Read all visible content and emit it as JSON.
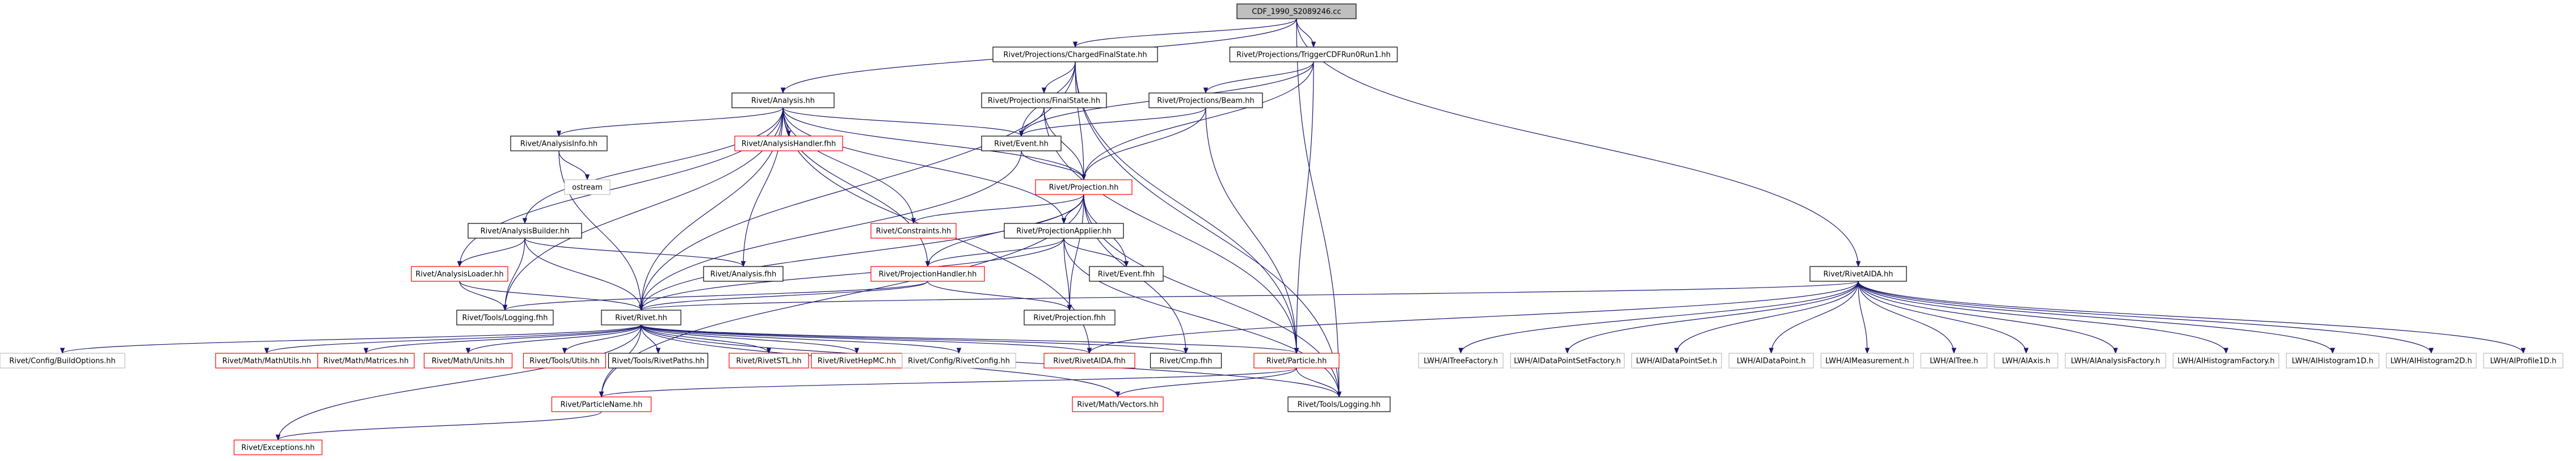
{
  "edge_color": "#191970",
  "nodes": [
    {
      "id": "root",
      "label": "CDF_1990_S2089246.cc",
      "style": "root"
    },
    {
      "id": "cfs",
      "label": "Rivet/Projections/ChargedFinalState.hh",
      "style": "black"
    },
    {
      "id": "trig",
      "label": "Rivet/Projections/TriggerCDFRun0Run1.hh",
      "style": "black"
    },
    {
      "id": "rivetaida",
      "label": "Rivet/RivetAIDA.hh",
      "style": "black"
    },
    {
      "id": "analysis",
      "label": "Rivet/Analysis.hh",
      "style": "black"
    },
    {
      "id": "finalstate",
      "label": "Rivet/Projections/FinalState.hh",
      "style": "black"
    },
    {
      "id": "beam",
      "label": "Rivet/Projections/Beam.hh",
      "style": "black"
    },
    {
      "id": "analysisinfo",
      "label": "Rivet/AnalysisInfo.hh",
      "style": "black"
    },
    {
      "id": "analysishandler",
      "label": "Rivet/AnalysisHandler.fhh",
      "style": "red"
    },
    {
      "id": "event",
      "label": "Rivet/Event.hh",
      "style": "black"
    },
    {
      "id": "ostream",
      "label": "ostream",
      "style": "gray"
    },
    {
      "id": "projection",
      "label": "Rivet/Projection.hh",
      "style": "red"
    },
    {
      "id": "analysisbuilder",
      "label": "Rivet/AnalysisBuilder.hh",
      "style": "black"
    },
    {
      "id": "constraints",
      "label": "Rivet/Constraints.hh",
      "style": "red"
    },
    {
      "id": "projectionapplier",
      "label": "Rivet/ProjectionApplier.hh",
      "style": "black"
    },
    {
      "id": "analysisloader",
      "label": "Rivet/AnalysisLoader.hh",
      "style": "red"
    },
    {
      "id": "analysisfhh",
      "label": "Rivet/Analysis.fhh",
      "style": "black"
    },
    {
      "id": "eventfhh",
      "label": "Rivet/Event.fhh",
      "style": "black"
    },
    {
      "id": "projectionhandler",
      "label": "Rivet/ProjectionHandler.hh",
      "style": "red"
    },
    {
      "id": "toolslogfhh",
      "label": "Rivet/Tools/Logging.fhh",
      "style": "black"
    },
    {
      "id": "rivethh",
      "label": "Rivet/Rivet.hh",
      "style": "black"
    },
    {
      "id": "projectionfhh",
      "label": "Rivet/Projection.fhh",
      "style": "black"
    },
    {
      "id": "buildoptions",
      "label": "Rivet/Config/BuildOptions.hh",
      "style": "gray"
    },
    {
      "id": "mathutils",
      "label": "Rivet/Math/MathUtils.hh",
      "style": "red"
    },
    {
      "id": "matrices",
      "label": "Rivet/Math/Matrices.hh",
      "style": "red"
    },
    {
      "id": "units",
      "label": "Rivet/Math/Units.hh",
      "style": "red"
    },
    {
      "id": "toolsutils",
      "label": "Rivet/Tools/Utils.hh",
      "style": "red"
    },
    {
      "id": "rivetpaths",
      "label": "Rivet/Tools/RivetPaths.hh",
      "style": "black"
    },
    {
      "id": "rivetstl",
      "label": "Rivet/RivetSTL.hh",
      "style": "red"
    },
    {
      "id": "rivethepmc",
      "label": "Rivet/RivetHepMC.hh",
      "style": "red"
    },
    {
      "id": "rivetconfig",
      "label": "Rivet/Config/RivetConfig.hh",
      "style": "gray"
    },
    {
      "id": "rivetaidafhh",
      "label": "Rivet/RivetAIDA.fhh",
      "style": "red"
    },
    {
      "id": "cmpfhh",
      "label": "Rivet/Cmp.fhh",
      "style": "black"
    },
    {
      "id": "particle",
      "label": "Rivet/Particle.hh",
      "style": "red"
    },
    {
      "id": "particlename",
      "label": "Rivet/ParticleName.hh",
      "style": "red"
    },
    {
      "id": "vectors",
      "label": "Rivet/Math/Vectors.hh",
      "style": "red"
    },
    {
      "id": "logginghh",
      "label": "Rivet/Tools/Logging.hh",
      "style": "black"
    },
    {
      "id": "exceptions",
      "label": "Rivet/Exceptions.hh",
      "style": "red"
    },
    {
      "id": "treefactory",
      "label": "LWH/AITreeFactory.h",
      "style": "gray"
    },
    {
      "id": "dpsfactory",
      "label": "LWH/AIDataPointSetFactory.h",
      "style": "gray"
    },
    {
      "id": "dps",
      "label": "LWH/AIDataPointSet.h",
      "style": "gray"
    },
    {
      "id": "dp",
      "label": "LWH/AIDataPoint.h",
      "style": "gray"
    },
    {
      "id": "measurement",
      "label": "LWH/AIMeasurement.h",
      "style": "gray"
    },
    {
      "id": "tree",
      "label": "LWH/AITree.h",
      "style": "gray"
    },
    {
      "id": "axis",
      "label": "LWH/AIAxis.h",
      "style": "gray"
    },
    {
      "id": "anafactory",
      "label": "LWH/AIAnalysisFactory.h",
      "style": "gray"
    },
    {
      "id": "histfactory",
      "label": "LWH/AIHistogramFactory.h",
      "style": "gray"
    },
    {
      "id": "hist1d",
      "label": "LWH/AIHistogram1D.h",
      "style": "gray"
    },
    {
      "id": "hist2d",
      "label": "LWH/AIHistogram2D.h",
      "style": "gray"
    },
    {
      "id": "profile1d",
      "label": "LWH/AIProfile1D.h",
      "style": "gray"
    }
  ],
  "edges": [
    [
      "root",
      "cfs"
    ],
    [
      "root",
      "trig"
    ],
    [
      "root",
      "rivetaida"
    ],
    [
      "root",
      "analysis"
    ],
    [
      "root",
      "logginghh"
    ],
    [
      "cfs",
      "finalstate"
    ],
    [
      "cfs",
      "event"
    ],
    [
      "cfs",
      "projection"
    ],
    [
      "cfs",
      "rivethh"
    ],
    [
      "cfs",
      "particle"
    ],
    [
      "cfs",
      "logginghh"
    ],
    [
      "trig",
      "beam"
    ],
    [
      "trig",
      "event"
    ],
    [
      "trig",
      "projection"
    ],
    [
      "trig",
      "particle"
    ],
    [
      "finalstate",
      "event"
    ],
    [
      "finalstate",
      "projection"
    ],
    [
      "finalstate",
      "particle"
    ],
    [
      "beam",
      "event"
    ],
    [
      "beam",
      "projection"
    ],
    [
      "beam",
      "particle"
    ],
    [
      "analysis",
      "analysisinfo"
    ],
    [
      "analysis",
      "analysishandler"
    ],
    [
      "analysis",
      "event"
    ],
    [
      "analysis",
      "projection"
    ],
    [
      "analysis",
      "constraints"
    ],
    [
      "analysis",
      "projectionapplier"
    ],
    [
      "analysis",
      "projectionhandler"
    ],
    [
      "analysis",
      "analysisfhh"
    ],
    [
      "analysis",
      "analysisbuilder"
    ],
    [
      "analysis",
      "analysisloader"
    ],
    [
      "analysis",
      "toolslogfhh"
    ],
    [
      "analysis",
      "rivethh"
    ],
    [
      "analysis",
      "rivetaidafhh"
    ],
    [
      "analysisinfo",
      "ostream"
    ],
    [
      "analysisinfo",
      "rivethh"
    ],
    [
      "event",
      "projection"
    ],
    [
      "event",
      "rivethh"
    ],
    [
      "projection",
      "constraints"
    ],
    [
      "projection",
      "projectionapplier"
    ],
    [
      "projection",
      "projectionhandler"
    ],
    [
      "projection",
      "rivethh"
    ],
    [
      "projection",
      "projectionfhh"
    ],
    [
      "projection",
      "cmpfhh"
    ],
    [
      "projection",
      "particlename"
    ],
    [
      "projection",
      "logginghh"
    ],
    [
      "projection",
      "eventfhh"
    ],
    [
      "projectionapplier",
      "projectionhandler"
    ],
    [
      "projectionapplier",
      "eventfhh"
    ],
    [
      "projectionapplier",
      "projectionfhh"
    ],
    [
      "projectionapplier",
      "rivethh"
    ],
    [
      "projectionapplier",
      "logginghh"
    ],
    [
      "analysisbuilder",
      "analysisloader"
    ],
    [
      "analysisbuilder",
      "analysisfhh"
    ],
    [
      "analysisbuilder",
      "toolslogfhh"
    ],
    [
      "analysisbuilder",
      "rivethh"
    ],
    [
      "analysisloader",
      "toolslogfhh"
    ],
    [
      "analysisloader",
      "rivethh"
    ],
    [
      "projectionhandler",
      "projectionfhh"
    ],
    [
      "projectionhandler",
      "toolslogfhh"
    ],
    [
      "projectionhandler",
      "rivethh"
    ],
    [
      "rivethh",
      "buildoptions"
    ],
    [
      "rivethh",
      "mathutils"
    ],
    [
      "rivethh",
      "matrices"
    ],
    [
      "rivethh",
      "units"
    ],
    [
      "rivethh",
      "toolsutils"
    ],
    [
      "rivethh",
      "rivetpaths"
    ],
    [
      "rivethh",
      "rivetstl"
    ],
    [
      "rivethh",
      "rivethepmc"
    ],
    [
      "rivethh",
      "rivetconfig"
    ],
    [
      "rivethh",
      "rivetaidafhh"
    ],
    [
      "rivethh",
      "cmpfhh"
    ],
    [
      "rivethh",
      "particle"
    ],
    [
      "rivethh",
      "particlename"
    ],
    [
      "rivethh",
      "vectors"
    ],
    [
      "rivethh",
      "logginghh"
    ],
    [
      "rivethh",
      "exceptions"
    ],
    [
      "particle",
      "particlename"
    ],
    [
      "particle",
      "vectors"
    ],
    [
      "particle",
      "logginghh"
    ],
    [
      "particlename",
      "exceptions"
    ],
    [
      "rivetaida",
      "rivethh"
    ],
    [
      "rivetaida",
      "rivetaidafhh"
    ],
    [
      "rivetaida",
      "treefactory"
    ],
    [
      "rivetaida",
      "dpsfactory"
    ],
    [
      "rivetaida",
      "dps"
    ],
    [
      "rivetaida",
      "dp"
    ],
    [
      "rivetaida",
      "measurement"
    ],
    [
      "rivetaida",
      "tree"
    ],
    [
      "rivetaida",
      "axis"
    ],
    [
      "rivetaida",
      "anafactory"
    ],
    [
      "rivetaida",
      "histfactory"
    ],
    [
      "rivetaida",
      "hist1d"
    ],
    [
      "rivetaida",
      "hist2d"
    ],
    [
      "rivetaida",
      "profile1d"
    ]
  ]
}
